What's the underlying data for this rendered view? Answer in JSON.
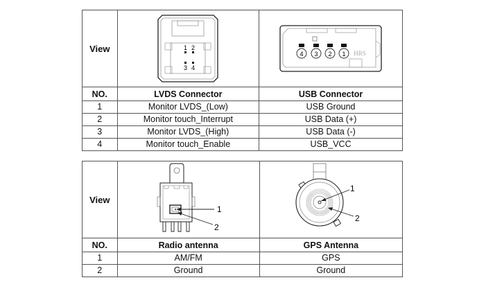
{
  "tables": [
    {
      "view_label": "View",
      "headers": [
        "NO.",
        "LVDS Connector",
        "USB Connector"
      ],
      "rows": [
        [
          "1",
          "Monitor LVDS_(Low)",
          "USB Ground"
        ],
        [
          "2",
          "Monitor touch_Interrupt",
          "USB Data (+)"
        ],
        [
          "3",
          "Monitor LVDS_(High)",
          "USB Data (-)"
        ],
        [
          "4",
          "Monitor touch_Enable",
          "USB_VCC"
        ]
      ],
      "diagrams": {
        "lvds": {
          "pins_top": [
            "1",
            "2"
          ],
          "pins_bottom": [
            "3",
            "4"
          ]
        },
        "usb": {
          "pins": [
            "4",
            "3",
            "2",
            "1"
          ],
          "logo": "HRS"
        }
      }
    },
    {
      "view_label": "View",
      "headers": [
        "NO.",
        "Radio antenna",
        "GPS Antenna"
      ],
      "rows": [
        [
          "1",
          "AM/FM",
          "GPS"
        ],
        [
          "2",
          "Ground",
          "Ground"
        ]
      ],
      "diagrams": {
        "radio": {
          "callouts": [
            "1",
            "2"
          ]
        },
        "gps": {
          "callouts": [
            "1",
            "2"
          ]
        }
      }
    }
  ]
}
